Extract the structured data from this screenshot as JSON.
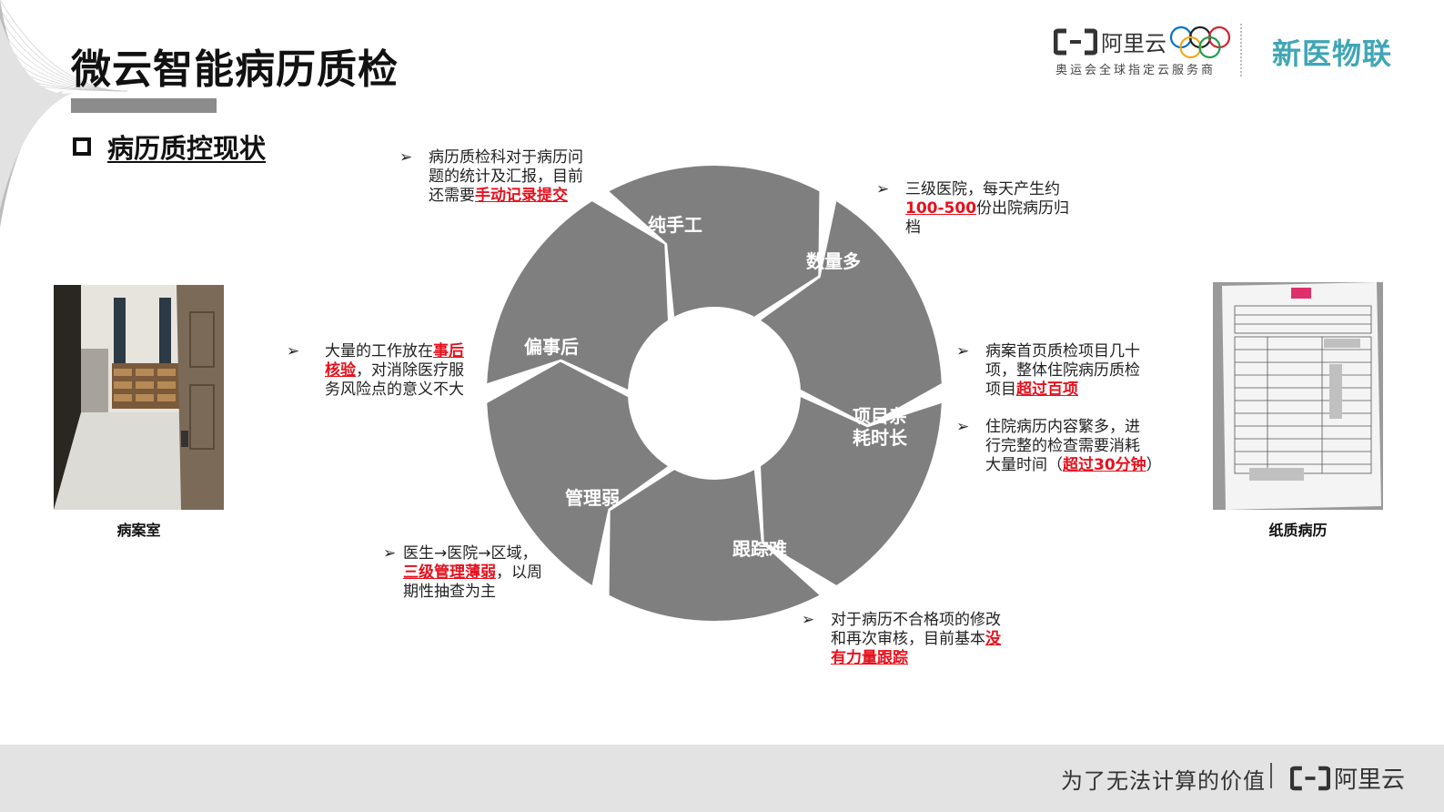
{
  "title": "微云智能病历质检",
  "subtitle": "病历质控现状",
  "header": {
    "aliyun_name": "阿里云",
    "aliyun_tagline": "奥运会全球指定云服务商",
    "partner_name": "新医物联"
  },
  "cycle": {
    "segments": [
      {
        "label": "纯手工"
      },
      {
        "label": "数量多"
      },
      {
        "label_line1": "项目杂",
        "label_line2": "耗时长"
      },
      {
        "label": "跟踪难"
      },
      {
        "label": "管理弱"
      },
      {
        "label": "偏事后"
      }
    ],
    "fill_color": "#7f7f7f"
  },
  "callouts": {
    "c1": {
      "t1": "病历质检科对于病历问",
      "t2": "题的统计及汇报，目前",
      "t3": "还需要",
      "hl": "手动记录提交"
    },
    "c2": {
      "t1": "三级医院，每天产生约",
      "hl": "100-500",
      "t2": "份出院病历归",
      "t3": "档"
    },
    "c3": {
      "t1": "病案首页质检项目几十",
      "t2": "项，整体住院病历质检",
      "t3": "项目",
      "hl": "超过百项"
    },
    "c4": {
      "t1": "住院病历内容繁多，进",
      "t2": "行完整的检查需要消耗",
      "t3": "大量时间（",
      "hl": "超过30分钟",
      "t4": "）"
    },
    "c5": {
      "t1": "对于病历不合格项的修改",
      "t2": "和再次审核，目前基本",
      "hl1": "没",
      "hl2": "有力量跟踪"
    },
    "c6": {
      "t1": "医生→医院→区域，",
      "hl": "三级管理薄弱",
      "t2": "，以周",
      "t3": "期性抽查为主"
    },
    "c7": {
      "t1": "大量的工作放在",
      "hl1": "事后",
      "hl2": "核验",
      "t2": "，对消除医疗服",
      "t3": "务风险点的意义不大"
    },
    "bullet": "➢"
  },
  "photos": {
    "left_caption": "病案室",
    "right_caption": "纸质病历"
  },
  "footer": {
    "slogan": "为了无法计算的价值",
    "logo_name": "阿里云"
  },
  "colors": {
    "highlight": "#e8101c",
    "partner": "#3fa6b6",
    "footer_bg": "#e3e3e3"
  }
}
